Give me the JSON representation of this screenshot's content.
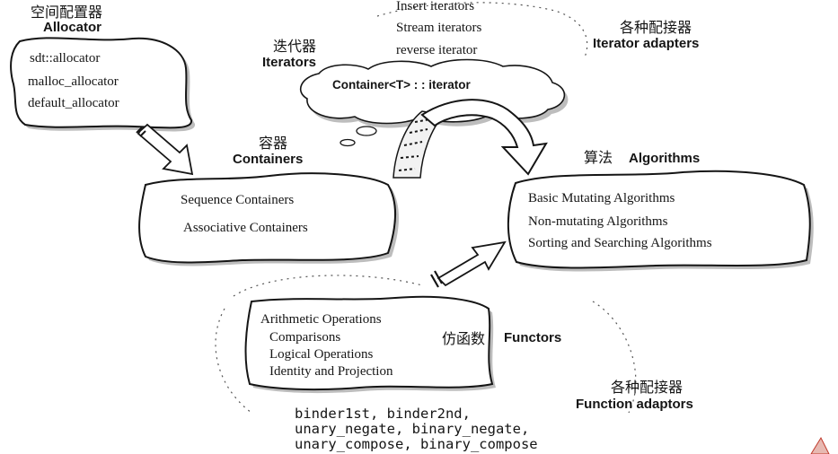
{
  "allocator": {
    "title_zh": "空间配置器",
    "title_en": "Allocator",
    "items": [
      "sdt::allocator",
      "malloc_allocator",
      "default_allocator"
    ]
  },
  "iterators": {
    "title_zh": "迭代器",
    "title_en": "Iterators",
    "cloud_label": "Container<T> : : iterator"
  },
  "iterator_adapters": {
    "title_zh": "各种配接器",
    "title_en": "Iterator adapters",
    "items": [
      "Insert iterators",
      "Stream iterators",
      "reverse  iterator"
    ]
  },
  "containers": {
    "title_zh": "容器",
    "title_en": "Containers",
    "items": [
      "Sequence Containers",
      "Associative Containers"
    ]
  },
  "algorithms": {
    "title_zh": "算法",
    "title_en": "Algorithms",
    "items": [
      "Basic Mutating Algorithms",
      "Non-mutating Algorithms",
      "Sorting and Searching Algorithms"
    ]
  },
  "functors": {
    "title_zh": "仿函数",
    "title_en": "Functors",
    "items": [
      "Arithmetic Operations",
      "Comparisons",
      "Logical Operations",
      "Identity and Projection"
    ]
  },
  "function_adaptors": {
    "title_zh": "各种配接器",
    "title_en": "Function adaptors",
    "items": [
      "binder1st, binder2nd,",
      "unary_negate, binary_negate,",
      "unary_compose, binary_compose"
    ]
  },
  "colors": {
    "ink": "#151515",
    "shadow": "#bdbdbd",
    "accent_mark": "#c0392b"
  }
}
